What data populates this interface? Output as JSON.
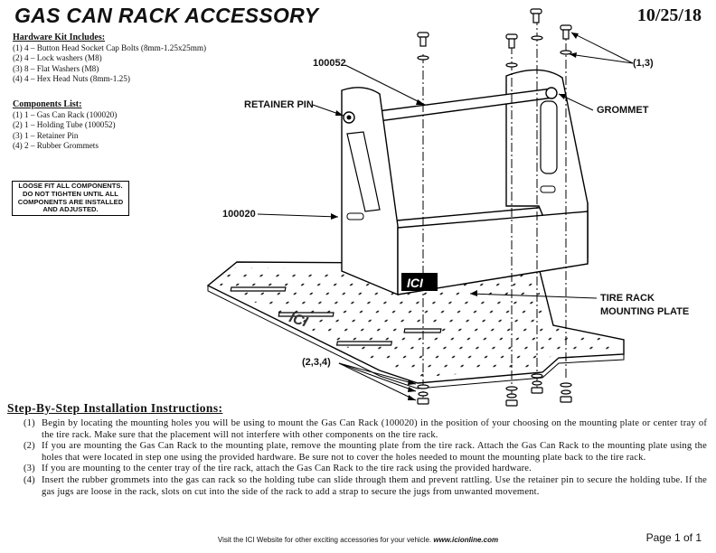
{
  "header": {
    "title": "GAS CAN RACK ACCESSORY",
    "date": "10/25/18"
  },
  "hardware": {
    "heading": "Hardware Kit Includes:",
    "items": [
      "(1) 4 – Button Head Socket Cap Bolts (8mm-1.25x25mm)",
      "(2) 4 – Lock washers (M8)",
      "(3) 8 – Flat Washers (M8)",
      "(4) 4 – Hex Head Nuts (8mm-1.25)"
    ]
  },
  "components": {
    "heading": "Components List:",
    "items": [
      "(1) 1 – Gas Can Rack (100020)",
      "(2) 1 – Holding Tube (100052)",
      "(3) 1 – Retainer Pin",
      "(4) 2 – Rubber Grommets"
    ]
  },
  "warning": {
    "lines": [
      "LOOSE FIT ALL COMPONENTS.",
      "DO NOT TIGHTEN UNTIL ALL",
      "COMPONENTS ARE INSTALLED",
      "AND ADJUSTED."
    ]
  },
  "diagram_labels": {
    "tube": "100052",
    "retainer_pin": "RETAINER PIN",
    "rack": "100020",
    "grommet": "GROMMET",
    "top_callout": "(1,3)",
    "tire_rack_line1": "TIRE RACK",
    "tire_rack_line2": "MOUNTING PLATE",
    "bottom_callout": "(2,3,4)",
    "brand": "ICI"
  },
  "instructions": {
    "heading": "Step-By-Step Installation Instructions:",
    "steps": [
      {
        "num": "(1)",
        "text": "Begin by locating the mounting holes you will be using to mount the Gas Can Rack (100020) in the position of your choosing on the mounting plate or center tray of the tire rack. Make sure that the placement will not interfere with other components on the tire rack."
      },
      {
        "num": "(2)",
        "text": "If you are mounting the Gas Can Rack to the mounting plate, remove the mounting plate from the tire rack. Attach the Gas Can Rack to the mounting plate using the holes that were located in step one using the provided hardware. Be sure not to cover the holes needed to mount the mounting plate back to the tire rack."
      },
      {
        "num": "(3)",
        "text": "If you are mounting to the center tray of the tire rack, attach the Gas Can Rack to the tire rack using the provided hardware."
      },
      {
        "num": "(4)",
        "text": "Insert the rubber grommets into the gas can rack so the holding tube can slide through them and prevent rattling. Use the retainer pin to secure the holding tube. If the gas jugs are loose in the rack, slots on cut into the side of the rack to add a strap to secure the jugs from unwanted movement."
      }
    ]
  },
  "footer": {
    "text": "Visit the ICI Website for other exciting accessories for your vehicle.",
    "url": "www.icionline.com",
    "page": "Page 1 of 1"
  }
}
